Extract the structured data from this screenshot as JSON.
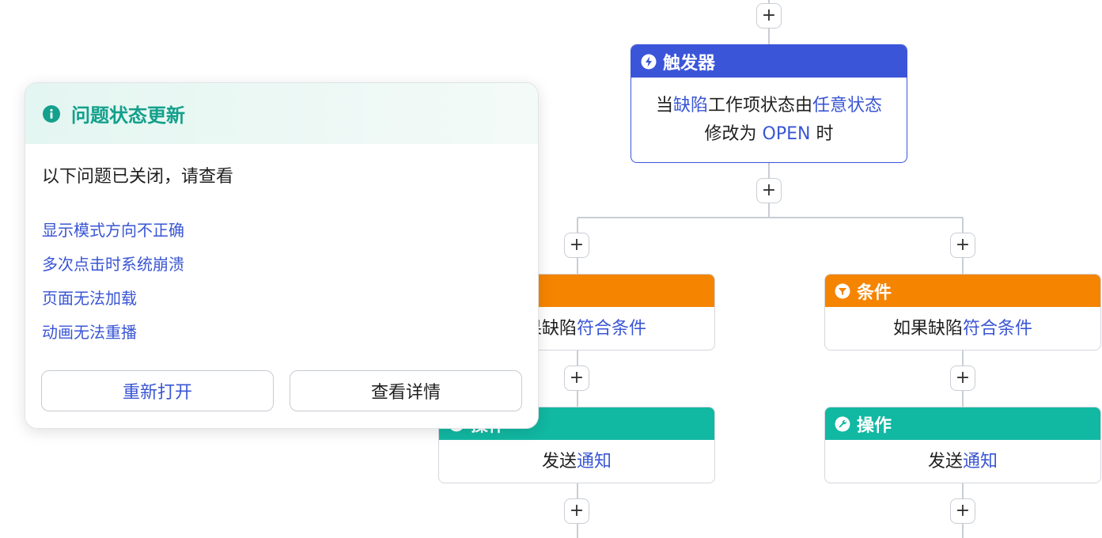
{
  "trigger": {
    "title": "触发器",
    "text_1": "当",
    "link_1": "缺陷",
    "text_2": "工作项状态由",
    "link_2": "任意状态",
    "text_3": "修改为",
    "link_3": "OPEN",
    "text_4": "时"
  },
  "left_branch": {
    "condition": {
      "title": "条件",
      "text": "如果",
      "link_1": "缺陷",
      "link_2": "符合条件"
    },
    "action": {
      "title": "操作",
      "text": "发送",
      "link": "通知"
    }
  },
  "right_branch": {
    "condition": {
      "title": "条件",
      "text": "如果缺陷",
      "link": "符合条件"
    },
    "action": {
      "title": "操作",
      "text": "发送",
      "link": "通知"
    }
  },
  "add_symbol": "+",
  "popup": {
    "title": "问题状态更新",
    "message": "以下问题已关闭，请查看",
    "issues": [
      "显示模式方向不正确",
      "多次点击时系统崩溃",
      "页面无法加载",
      "动画无法重播"
    ],
    "reopen_label": "重新打开",
    "details_label": "查看详情"
  },
  "colors": {
    "trigger": "#3b55d9",
    "condition": "#f58400",
    "action": "#11b8a2",
    "link": "#3a56d4",
    "popup_title": "#13a08c"
  }
}
